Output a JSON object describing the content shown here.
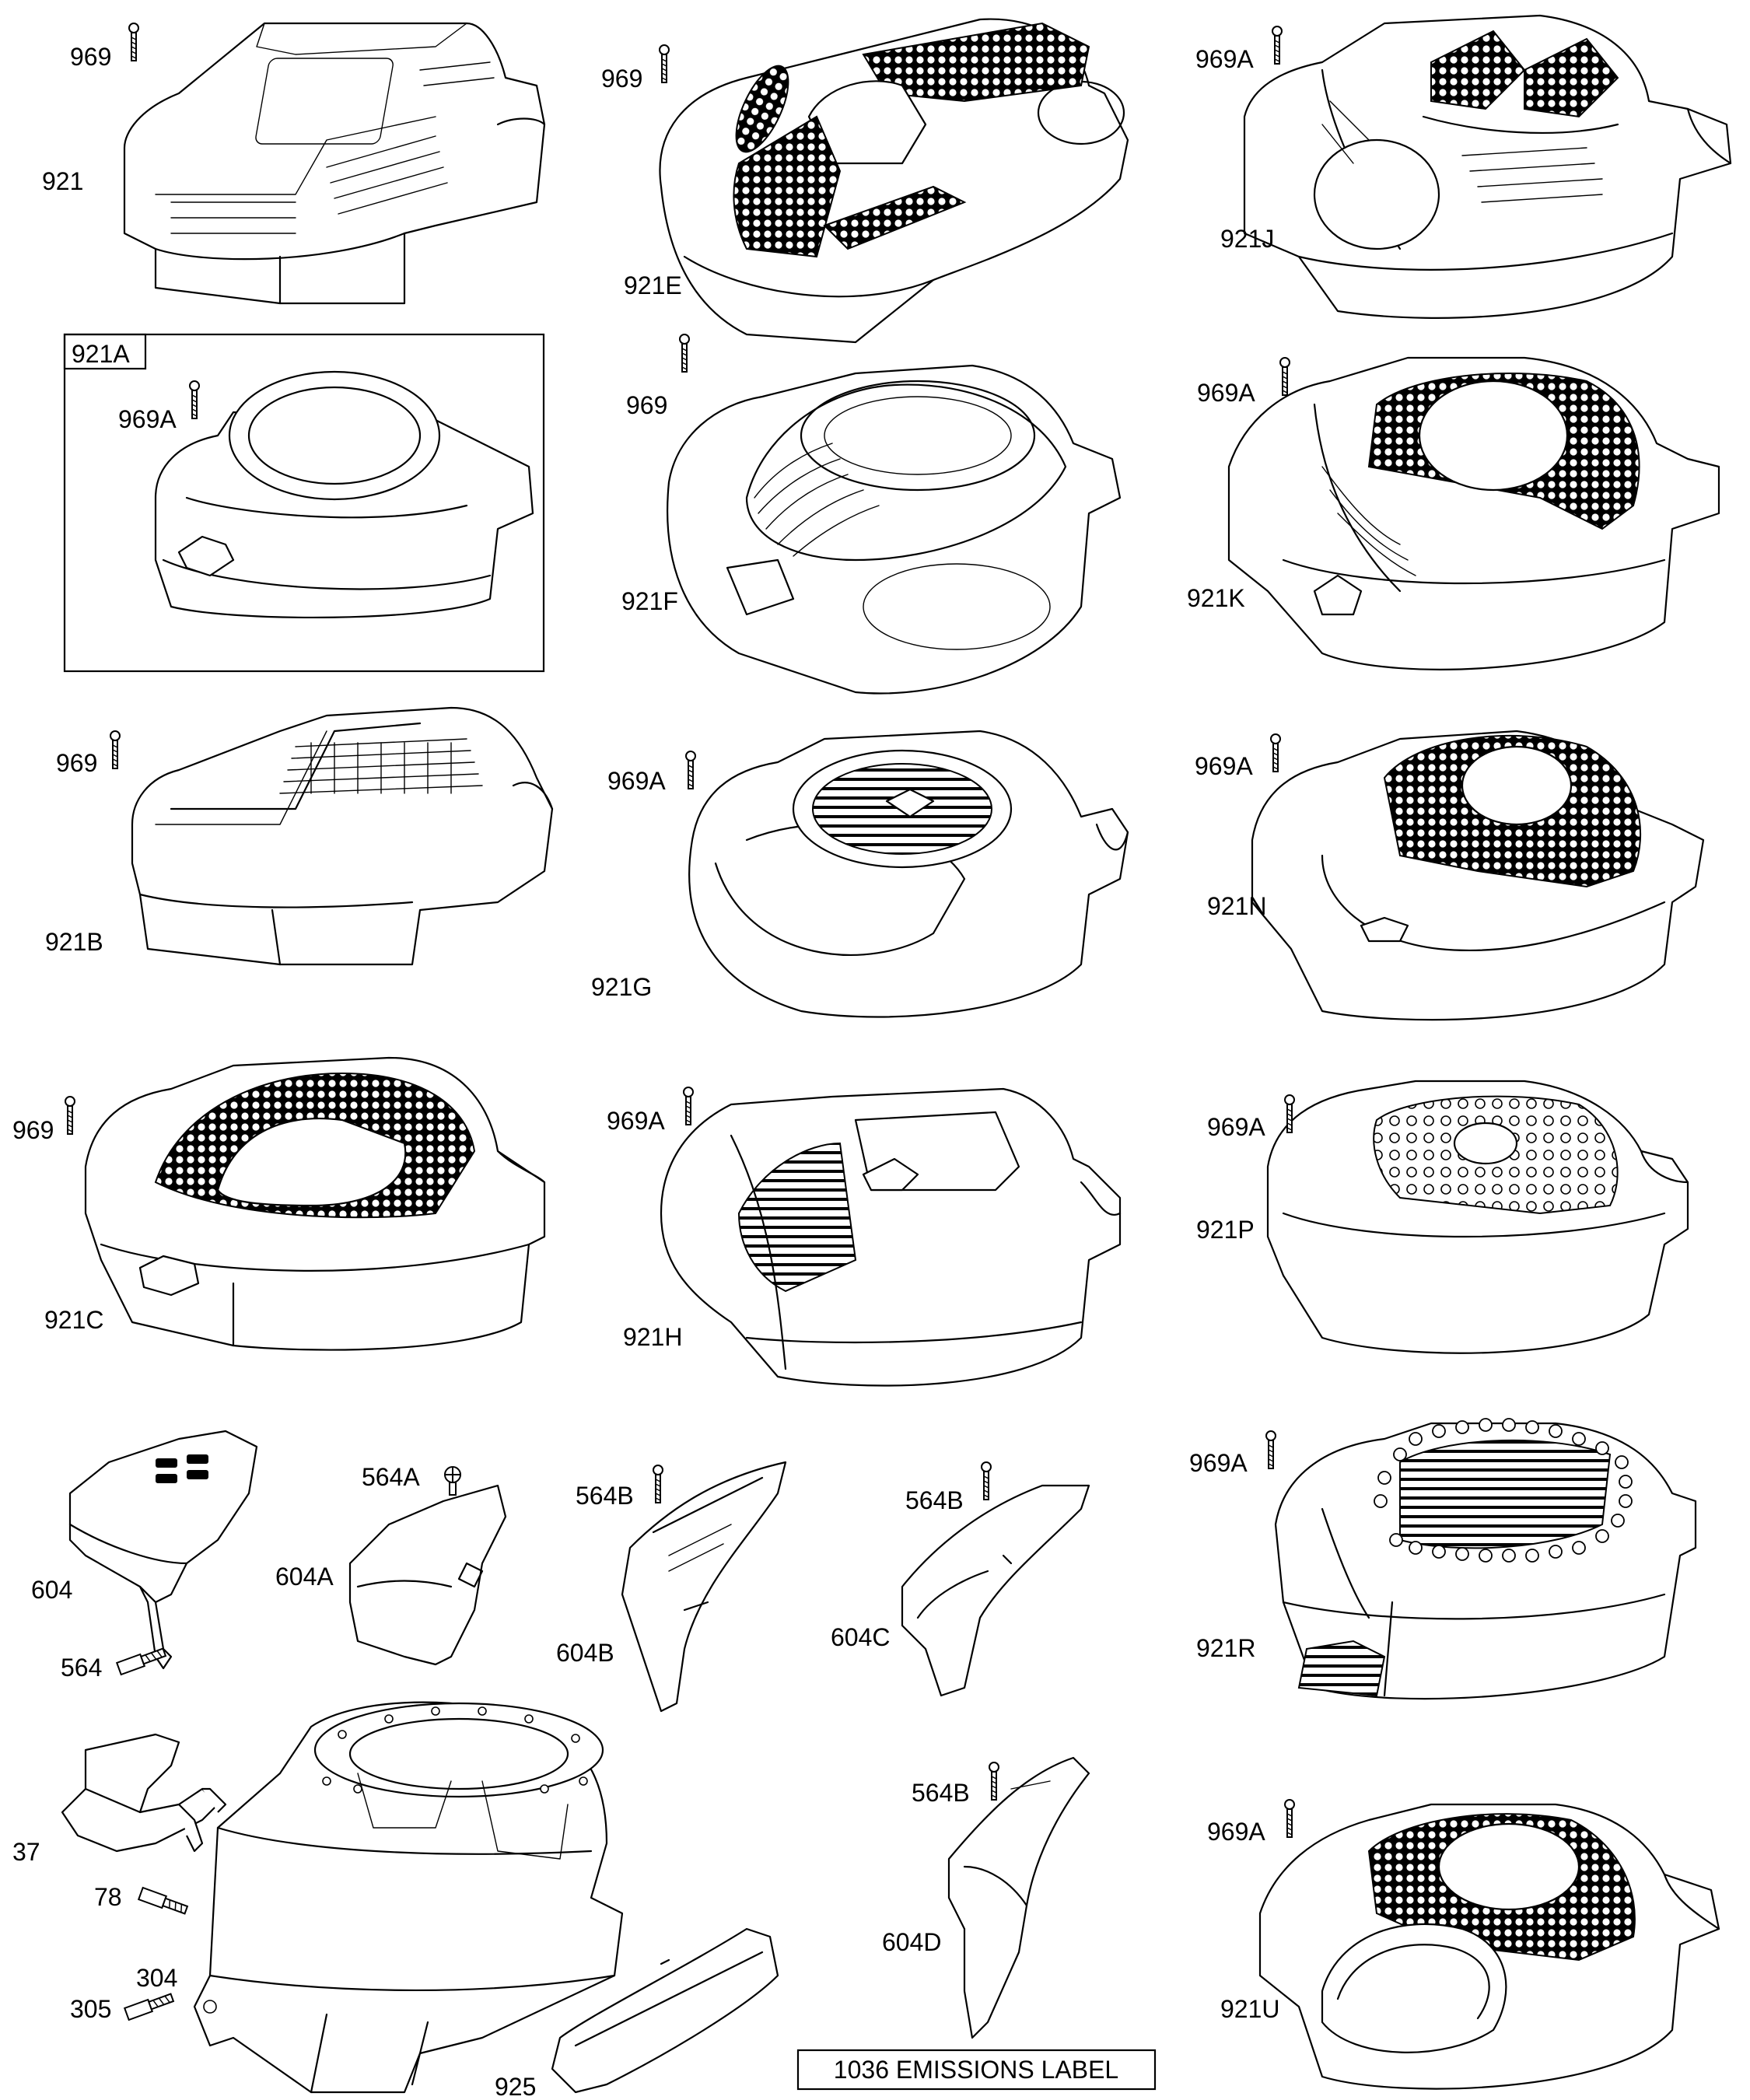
{
  "callouts": {
    "c921": "921",
    "c969_921": "969",
    "c921A": "921A",
    "c969A_921A": "969A",
    "c921B": "921B",
    "c969_921B": "969",
    "c921C": "921C",
    "c969_921C": "969",
    "c921E": "921E",
    "c969_921E": "969",
    "c921F": "921F",
    "c969_921F": "969",
    "c921G": "921G",
    "c969A_921G": "969A",
    "c921H": "921H",
    "c969A_921H": "969A",
    "c921J": "921J",
    "c969A_921J": "969A",
    "c921K": "921K",
    "c969A_921K": "969A",
    "c921N": "921N",
    "c969A_921N": "969A",
    "c921P": "921P",
    "c969A_921P": "969A",
    "c921R": "921R",
    "c969A_921R": "969A",
    "c921U": "921U",
    "c969A_921U": "969A",
    "c604": "604",
    "c564": "564",
    "c604A": "604A",
    "c564A": "564A",
    "c604B": "604B",
    "c564B_604B": "564B",
    "c604C": "604C",
    "c564B_604C": "564B",
    "c604D": "604D",
    "c564B_604D": "564B",
    "c37": "37",
    "c78": "78",
    "c304": "304",
    "c305": "305",
    "c925": "925"
  },
  "emissions_label": "1036 EMISSIONS LABEL"
}
